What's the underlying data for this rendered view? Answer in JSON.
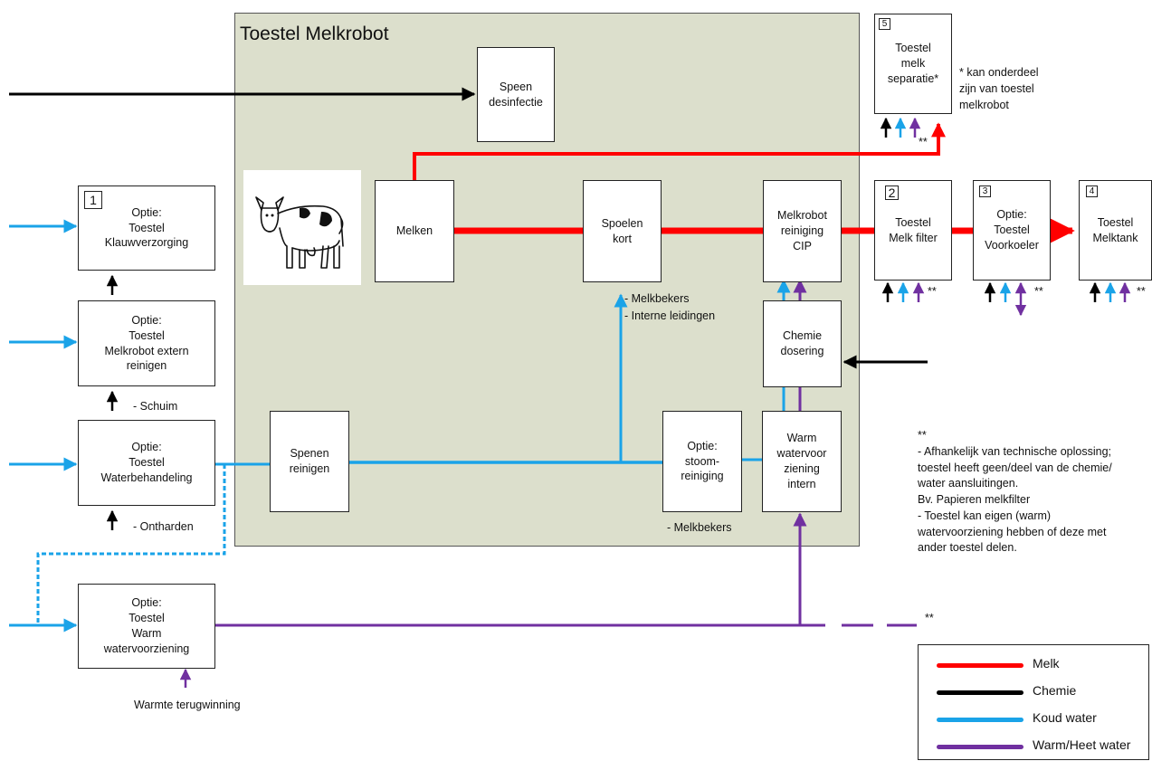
{
  "title": "Toestel Melkrobot",
  "boxes": {
    "klauw": {
      "num": "1",
      "lines": [
        "Optie:",
        "Toestel",
        "Klauwverzorging"
      ]
    },
    "extern": {
      "lines": [
        "Optie:",
        "Toestel",
        "Melkrobot extern",
        "reinigen"
      ]
    },
    "water": {
      "lines": [
        "Optie:",
        "Toestel",
        "Waterbehandeling"
      ]
    },
    "warm_ext": {
      "lines": [
        "Optie:",
        "Toestel",
        "Warm",
        "watervoorziening"
      ]
    },
    "speen": {
      "lines": [
        "Speen",
        "desinfectie"
      ]
    },
    "melken": {
      "lines": [
        "Melken"
      ]
    },
    "spoelen": {
      "lines": [
        "Spoelen",
        "kort"
      ]
    },
    "cip": {
      "lines": [
        "Melkrobot",
        "reiniging",
        "CIP"
      ]
    },
    "chemie": {
      "lines": [
        "Chemie",
        "dosering"
      ]
    },
    "spenen": {
      "lines": [
        "Spenen",
        "reinigen"
      ]
    },
    "stoom": {
      "lines": [
        "Optie:",
        "stoom-",
        "reiniging"
      ]
    },
    "warm_int": {
      "lines": [
        "Warm",
        "watervoor",
        "ziening",
        "intern"
      ]
    },
    "separatie": {
      "num": "5",
      "lines": [
        "Toestel",
        "melk",
        "separatie*"
      ]
    },
    "filter": {
      "num": "2",
      "lines": [
        "Toestel",
        "Melk filter"
      ]
    },
    "voorkoeler": {
      "num": "3",
      "lines": [
        "Optie:",
        "Toestel",
        "Voorkoeler"
      ]
    },
    "melktank": {
      "num": "4",
      "lines": [
        "Toestel",
        "Melktank"
      ]
    }
  },
  "labels": {
    "separatie_note": [
      "* kan onderdeel",
      "zijn van toestel",
      "melkrobot"
    ],
    "schuim": "- Schuim",
    "ontharden": "- Ontharden",
    "spoelen_notes": [
      "- Melkbekers",
      "- Interne leidingen"
    ],
    "stoom_note": "- Melkbekers",
    "warmte": "Warmte terugwinning",
    "stars": "**"
  },
  "note": [
    "**",
    "- Afhankelijk van technische  oplossing;",
    "toestel heeft geen/deel van de chemie/",
    "water aansluitingen.",
    "Bv. Papieren melkfilter",
    "- Toestel kan eigen (warm)",
    "watervoorziening hebben of deze met",
    "ander toestel delen."
  ],
  "legend": [
    {
      "label": "Melk",
      "color": "#ff0000"
    },
    {
      "label": "Chemie",
      "color": "#000000"
    },
    {
      "label": "Koud water",
      "color": "#1aa3e8"
    },
    {
      "label": "Warm/Heet water",
      "color": "#7030a0"
    }
  ],
  "colors": {
    "melk": "#ff0000",
    "chemie": "#000000",
    "koud": "#1aa3e8",
    "warm": "#7030a0",
    "robot_bg": "#dcdfcc"
  },
  "icons": {
    "cow": "cow-icon"
  }
}
